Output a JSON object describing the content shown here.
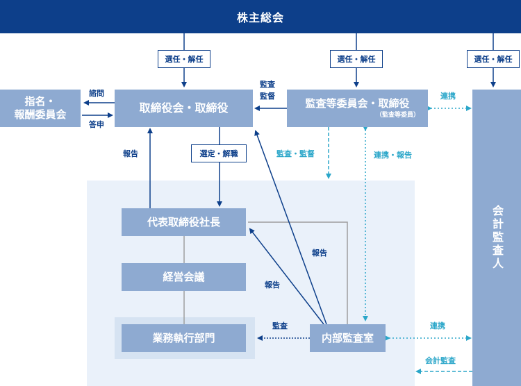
{
  "header": {
    "title": "株主総会"
  },
  "tags": {
    "elect1": "選任・解任",
    "elect2": "選任・解任",
    "elect3": "選任・解任",
    "appoint": "選定・解職"
  },
  "boxes": {
    "nomination_line1": "指名・",
    "nomination_line2": "報酬委員会",
    "board": "取締役会・取締役",
    "audit_committee": "監査等委員会・取締役",
    "audit_committee_sub": "（監査等委員）",
    "accounting_auditor": "会計監査人",
    "president": "代表取締役社長",
    "management_meeting": "経営会議",
    "business_division": "業務執行部門",
    "internal_audit": "内部監査室"
  },
  "labels": {
    "consult": "諮問",
    "report_answer": "答申",
    "audit_supervise_line1": "監査",
    "audit_supervise_line2": "監督",
    "collab_top": "連携",
    "audit_supervise": "監査・監督",
    "collab_report": "連携・報告",
    "report_left": "報告",
    "report_mid1": "報告",
    "report_mid2": "報告",
    "audit": "監査",
    "collab_bottom": "連携",
    "accounting_audit": "会計監査"
  },
  "colors": {
    "navy": "#0d3f8a",
    "box": "#8eaad1",
    "cyan": "#2aa6c9",
    "gray": "#9e9e9e",
    "region": "#eaf1fa"
  }
}
